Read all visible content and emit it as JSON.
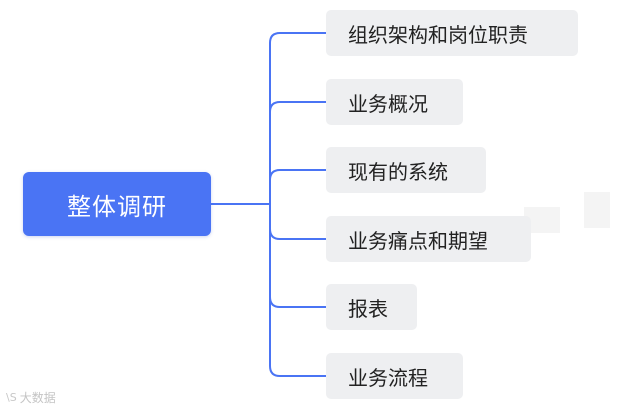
{
  "mindmap": {
    "root": {
      "label": "整体调研"
    },
    "children": [
      {
        "label": "组织架构和岗位职责"
      },
      {
        "label": "业务概况"
      },
      {
        "label": "现有的系统"
      },
      {
        "label": "业务痛点和期望"
      },
      {
        "label": "报表"
      },
      {
        "label": "业务流程"
      }
    ],
    "connector_color": "#4a74f4",
    "root_color": "#4a74f4",
    "child_color": "#eeeff1"
  },
  "watermark": {
    "logo_text": "\\S",
    "text": "大数据"
  }
}
